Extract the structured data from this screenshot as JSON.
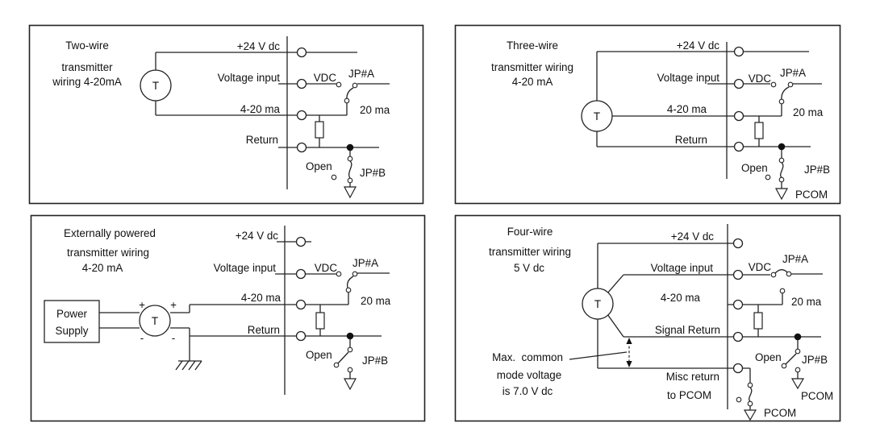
{
  "panels": {
    "two_wire": {
      "title": [
        "Two-wire",
        "transmitter",
        "wiring 4-20mA"
      ],
      "t": "T",
      "lbl_24v": "+24 V dc",
      "lbl_vin": "Voltage input",
      "lbl_420": "4-20 ma",
      "lbl_return": "Return",
      "lbl_vdc": "VDC",
      "lbl_jpa": "JP#A",
      "lbl_20ma": "20 ma",
      "lbl_open": "Open",
      "lbl_jpb": "JP#B"
    },
    "three_wire": {
      "title": [
        "Three-wire",
        "transmitter wiring",
        "4-20 mA"
      ],
      "t": "T",
      "lbl_24v": "+24 V dc",
      "lbl_vin": "Voltage input",
      "lbl_420": "4-20 ma",
      "lbl_return": "Return",
      "lbl_vdc": "VDC",
      "lbl_jpa": "JP#A",
      "lbl_20ma": "20 ma",
      "lbl_open": "Open",
      "lbl_jpb": "JP#B",
      "lbl_pcom": "PCOM"
    },
    "ext_powered": {
      "title": [
        "Externally powered",
        "transmitter wiring",
        "4-20 mA"
      ],
      "power_supply": [
        "Power",
        "Supply"
      ],
      "plus": "+",
      "minus": "-",
      "t": "T",
      "lbl_24v": "+24 V dc",
      "lbl_vin": "Voltage input",
      "lbl_420": "4-20 ma",
      "lbl_return": "Return",
      "lbl_vdc": "VDC",
      "lbl_jpa": "JP#A",
      "lbl_20ma": "20 ma",
      "lbl_open": "Open",
      "lbl_jpb": "JP#B"
    },
    "four_wire": {
      "title": [
        "Four-wire",
        "transmitter wiring",
        "5 V dc"
      ],
      "t": "T",
      "lbl_24v": "+24 V dc",
      "lbl_vin": "Voltage input",
      "lbl_420": "4-20 ma",
      "lbl_signal_return": "Signal Return",
      "lbl_misc_return_1": "Misc return",
      "lbl_misc_return_2": "to PCOM",
      "note": [
        "Max.  common",
        "mode voltage",
        "is 7.0 V dc"
      ],
      "lbl_vdc": "VDC",
      "lbl_jpa": "JP#A",
      "lbl_20ma": "20 ma",
      "lbl_open": "Open",
      "lbl_jpb": "JP#B",
      "lbl_pcom_jpb": "PCOM",
      "lbl_pcom_misc": "PCOM"
    }
  }
}
